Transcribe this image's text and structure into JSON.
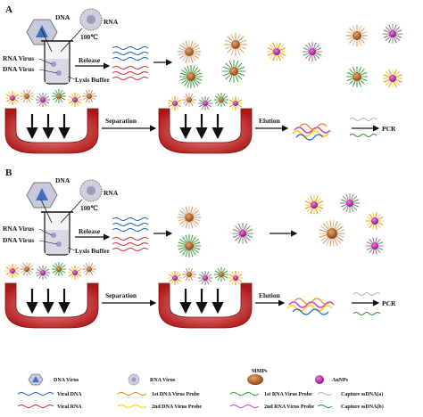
{
  "panels": [
    {
      "letter": "A",
      "labels": {
        "dna": "DNA",
        "rna": "RNA",
        "temperature": "100℃",
        "rna_virus": "RNA Virus",
        "dna_virus": "DNA Virus",
        "lysis_buffer": "Lysis Buffer",
        "release": "Release",
        "separation": "Separation",
        "elution": "Elution",
        "pcr": "PCR"
      }
    },
    {
      "letter": "B",
      "labels": {
        "dna": "DNA",
        "rna": "RNA",
        "temperature": "100℃",
        "rna_virus": "RNA Virus",
        "dna_virus": "DNA Virus",
        "lysis_buffer": "Lysis Buffer",
        "release": "Release",
        "separation": "Separation",
        "elution": "Elution",
        "pcr": "PCR"
      }
    }
  ],
  "legend": {
    "dna_virus": "DNA Virus",
    "rna_virus": "RNA Virus",
    "mmps": "MMPs",
    "aunps": "AuNPs",
    "viral_dna": "Viral DNA",
    "dna_probe_1": "1st DNA Virus Probe",
    "rna_probe_1": "1st RNA Virus Probe",
    "capture_a": "Capture ssDNA(a)",
    "viral_rna": "Viral RNA",
    "dna_probe_2": "2nd DNA Virus Probe",
    "rna_probe_2": "2nd RNA Virus Probe",
    "capture_b": "Capture ssDNA(b)"
  },
  "colors": {
    "dna": "#1f5fbf",
    "rna": "#d62b2b",
    "probe_dna_1": "#f07c1c",
    "probe_dna_2": "#f5d800",
    "probe_rna_1": "#25a325",
    "probe_rna_2": "#d43cc6",
    "capture_a": "#b5b5b5",
    "capture_b": "#2a8a2a",
    "mmp": "#b5692c",
    "aunp": "#c21fb0",
    "magnet": "#c41f1f"
  }
}
